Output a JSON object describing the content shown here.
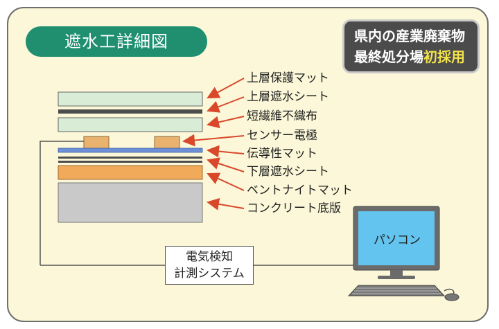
{
  "title": "遮水工詳細図",
  "badge": {
    "line1": "県内の産業廃棄物",
    "line2_plain": "最終処分場",
    "line2_highlight": "初採用"
  },
  "layers": [
    "上層保護マット",
    "上層遮水シート",
    "短繊維不織布",
    "センサー電極",
    "伝導性マット",
    "下層遮水シート",
    "ベントナイトマット",
    "コンクリート底版"
  ],
  "system": {
    "line1": "電気検知",
    "line2": "計測システム"
  },
  "computer": {
    "label": "パソコン"
  },
  "colors": {
    "title_bg": "#1f8f70",
    "panel_bg": "#fbf7d8",
    "badge_bg": "#4b4b4b",
    "badge_highlight": "#f3e34b",
    "arrow": "#d9482b",
    "protect_mat": "#d8ecd6",
    "sheet": "#4d4d4d",
    "sensor": "#e9b26e",
    "conductive": "#6d8fd8",
    "bentonite": "#f1a95a",
    "concrete": "#c9c9c9",
    "screen": "#62c4ef"
  }
}
